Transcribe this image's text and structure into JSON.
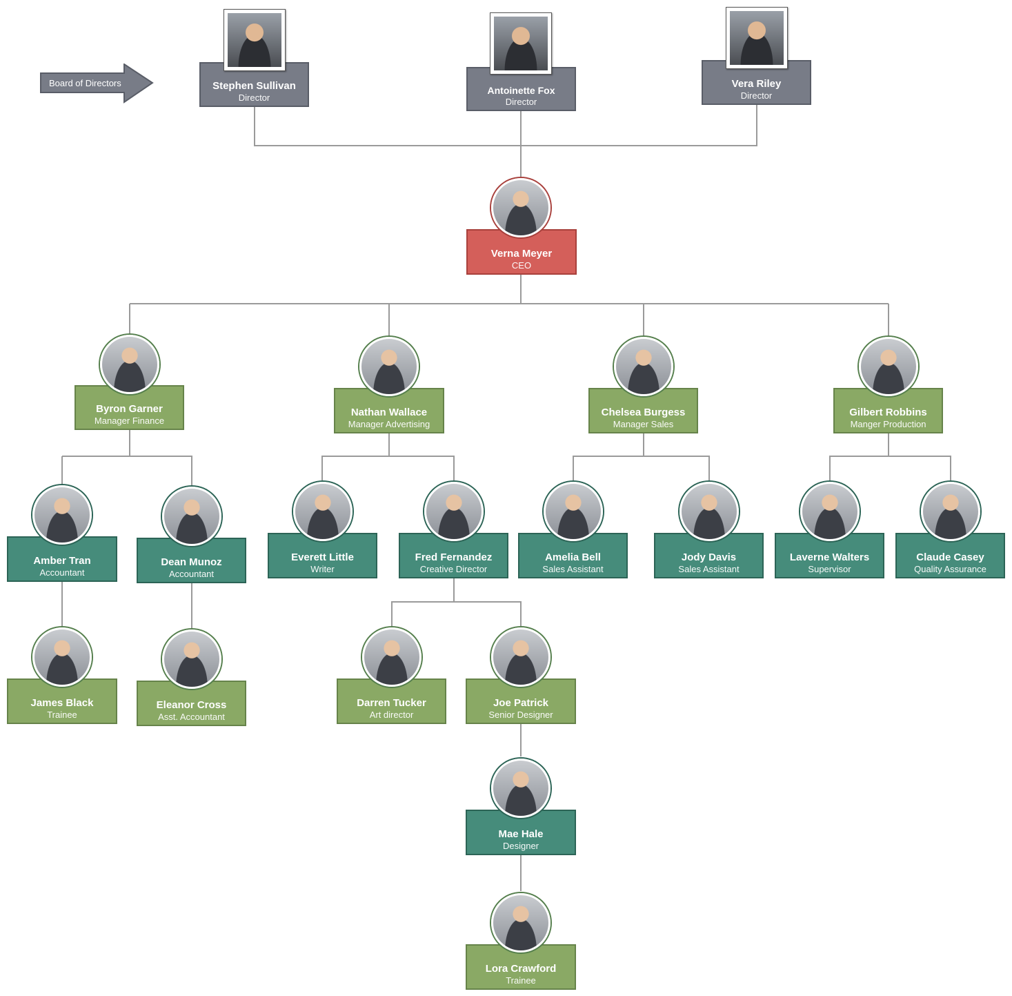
{
  "board_label": "Board of Directors",
  "people": [
    {
      "id": "stephen-sullivan",
      "name": "Stephen Sullivan",
      "role": "Director"
    },
    {
      "id": "antoinette-fox",
      "name": "Antoinette Fox",
      "role": "Director"
    },
    {
      "id": "vera-riley",
      "name": "Vera Riley",
      "role": "Director"
    },
    {
      "id": "verna-meyer",
      "name": "Verna Meyer",
      "role": "CEO"
    },
    {
      "id": "byron-garner",
      "name": "Byron Garner",
      "role": "Manager Finance"
    },
    {
      "id": "nathan-wallace",
      "name": "Nathan Wallace",
      "role": "Manager Advertising"
    },
    {
      "id": "chelsea-burgess",
      "name": "Chelsea Burgess",
      "role": "Manager Sales"
    },
    {
      "id": "gilbert-robbins",
      "name": "Gilbert Robbins",
      "role": "Manger Production"
    },
    {
      "id": "amber-tran",
      "name": "Amber Tran",
      "role": "Accountant"
    },
    {
      "id": "dean-munoz",
      "name": "Dean Munoz",
      "role": "Accountant"
    },
    {
      "id": "everett-little",
      "name": "Everett Little",
      "role": "Writer"
    },
    {
      "id": "fred-fernandez",
      "name": "Fred Fernandez",
      "role": "Creative Director"
    },
    {
      "id": "amelia-bell",
      "name": "Amelia Bell",
      "role": "Sales Assistant"
    },
    {
      "id": "jody-davis",
      "name": "Jody Davis",
      "role": "Sales Assistant"
    },
    {
      "id": "laverne-walters",
      "name": "Laverne Walters",
      "role": "Supervisor"
    },
    {
      "id": "claude-casey",
      "name": "Claude Casey",
      "role": "Quality Assurance"
    },
    {
      "id": "james-black",
      "name": "James Black",
      "role": "Trainee"
    },
    {
      "id": "eleanor-cross",
      "name": "Eleanor Cross",
      "role": "Asst. Accountant"
    },
    {
      "id": "darren-tucker",
      "name": "Darren Tucker",
      "role": "Art director"
    },
    {
      "id": "joe-patrick",
      "name": "Joe Patrick",
      "role": "Senior Designer"
    },
    {
      "id": "mae-hale",
      "name": "Mae Hale",
      "role": "Designer"
    },
    {
      "id": "lora-crawford",
      "name": "Lora Crawford",
      "role": "Trainee"
    }
  ],
  "colors": {
    "director_box": "#787c87",
    "ceo_box": "#d45f5a",
    "olive_box": "#8aa965",
    "teal_box": "#468c7b",
    "connector": "#9a9a9a"
  }
}
